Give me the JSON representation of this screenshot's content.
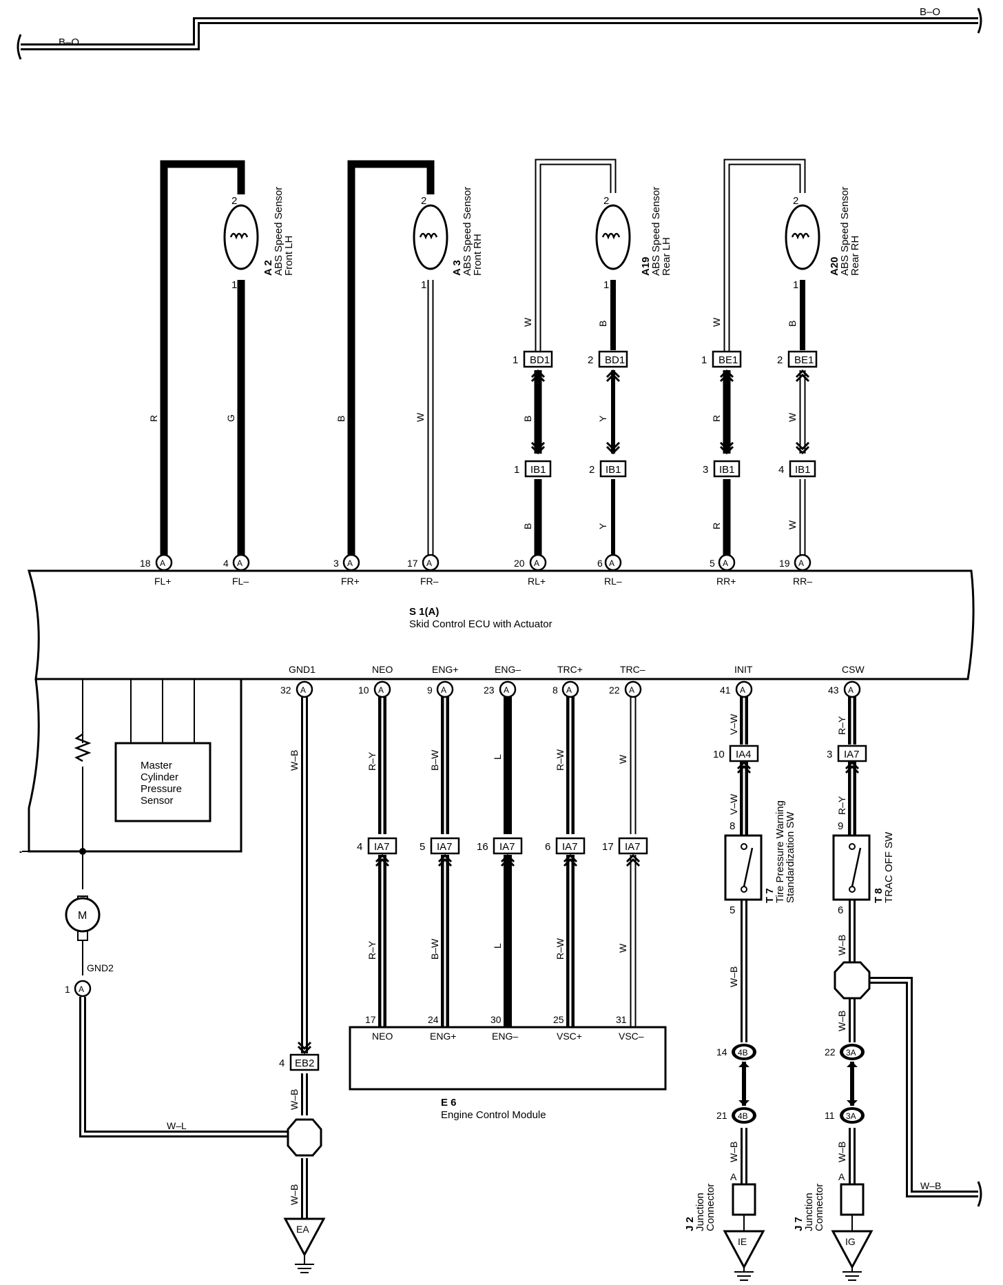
{
  "bus": {
    "left": "B–O",
    "right": "B–O"
  },
  "sensors": [
    {
      "ref": "A 2",
      "name1": "ABS Speed Sensor",
      "name2": "Front LH",
      "pin_top": "2",
      "pin_bottom": "1"
    },
    {
      "ref": "A 3",
      "name1": "ABS Speed Sensor",
      "name2": "Front RH",
      "pin_top": "2",
      "pin_bottom": "1"
    },
    {
      "ref": "A19",
      "name1": "ABS Speed Sensor",
      "name2": "Rear LH",
      "pin_top": "2",
      "pin_bottom": "1"
    },
    {
      "ref": "A20",
      "name1": "ABS Speed Sensor",
      "name2": "Rear RH",
      "pin_top": "2",
      "pin_bottom": "1"
    }
  ],
  "ecu": {
    "ref": "S 1(A)",
    "name": "Skid Control ECU with Actuator",
    "top_pins": [
      {
        "num": "18",
        "conn": "A",
        "label": "FL+"
      },
      {
        "num": "4",
        "conn": "A",
        "label": "FL–"
      },
      {
        "num": "3",
        "conn": "A",
        "label": "FR+"
      },
      {
        "num": "17",
        "conn": "A",
        "label": "FR–"
      },
      {
        "num": "20",
        "conn": "A",
        "label": "RL+"
      },
      {
        "num": "6",
        "conn": "A",
        "label": "RL–"
      },
      {
        "num": "5",
        "conn": "A",
        "label": "RR+"
      },
      {
        "num": "19",
        "conn": "A",
        "label": "RR–"
      }
    ],
    "bottom_pins": [
      {
        "num": "32",
        "conn": "A",
        "label": "GND1"
      },
      {
        "num": "10",
        "conn": "A",
        "label": "NEO"
      },
      {
        "num": "9",
        "conn": "A",
        "label": "ENG+"
      },
      {
        "num": "23",
        "conn": "A",
        "label": "ENG–"
      },
      {
        "num": "8",
        "conn": "A",
        "label": "TRC+"
      },
      {
        "num": "22",
        "conn": "A",
        "label": "TRC–"
      },
      {
        "num": "41",
        "conn": "A",
        "label": "INIT"
      },
      {
        "num": "43",
        "conn": "A",
        "label": "CSW"
      }
    ],
    "gnd2": {
      "label": "GND2",
      "num": "1",
      "conn": "A"
    },
    "sensor_box": [
      "Master",
      "Cylinder",
      "Pressure",
      "Sensor"
    ],
    "motor": "M"
  },
  "sensor_wire_colors": {
    "fl": [
      "R",
      "G"
    ],
    "fr": [
      "B",
      "W"
    ],
    "rl_upper": [
      "W",
      "B"
    ],
    "rl_mid": [
      "B",
      "Y"
    ],
    "rl_lower": [
      "B",
      "Y"
    ],
    "rr_upper": [
      "W",
      "B"
    ],
    "rr_mid": [
      "R",
      "W"
    ],
    "rr_lower": [
      "R",
      "W"
    ]
  },
  "connectors": {
    "bd1_a": {
      "pin": "1",
      "name": "BD1"
    },
    "bd1_b": {
      "pin": "2",
      "name": "BD1"
    },
    "be1_a": {
      "pin": "1",
      "name": "BE1"
    },
    "be1_b": {
      "pin": "2",
      "name": "BE1"
    },
    "ib1_a": {
      "pin": "1",
      "name": "IB1"
    },
    "ib1_b": {
      "pin": "2",
      "name": "IB1"
    },
    "ib1_c": {
      "pin": "3",
      "name": "IB1"
    },
    "ib1_d": {
      "pin": "4",
      "name": "IB1"
    },
    "ia7_a": {
      "pin": "4",
      "name": "IA7"
    },
    "ia7_b": {
      "pin": "5",
      "name": "IA7"
    },
    "ia7_c": {
      "pin": "16",
      "name": "IA7"
    },
    "ia7_d": {
      "pin": "6",
      "name": "IA7"
    },
    "ia7_e": {
      "pin": "17",
      "name": "IA7"
    },
    "ia4": {
      "pin": "10",
      "name": "IA4"
    },
    "ia7_csw": {
      "pin": "3",
      "name": "IA7"
    },
    "eb2": {
      "pin": "4",
      "name": "EB2"
    },
    "j2_top": {
      "pin": "14",
      "name": "4B"
    },
    "j2_bot": {
      "pin": "21",
      "name": "4B"
    },
    "j7_top": {
      "pin": "22",
      "name": "3A"
    },
    "j7_bot": {
      "pin": "11",
      "name": "3A"
    }
  },
  "lower_wire_colors": {
    "gnd1": "W–B",
    "neo": "R–Y",
    "engp": "B–W",
    "engm": "L",
    "trcp": "R–W",
    "trcm": "W",
    "init_upper": "V–W",
    "init_mid": "V–W",
    "csw_upper": "R–Y",
    "csw_mid": "R–Y",
    "init_lower": "W–B",
    "csw_lower": "W–B",
    "csw_split": "W–B",
    "gnd2_wire": "W–L",
    "eb2_lower": "W–B",
    "ea_wire": "W–B",
    "j2_wire": "W–B",
    "j7_wire": "W–B",
    "right_exit": "W–B"
  },
  "ecm": {
    "ref": "E 6",
    "name": "Engine Control Module",
    "pins": [
      {
        "num": "17",
        "label": "NEO"
      },
      {
        "num": "24",
        "label": "ENG+"
      },
      {
        "num": "30",
        "label": "ENG–"
      },
      {
        "num": "25",
        "label": "VSC+"
      },
      {
        "num": "31",
        "label": "VSC–"
      }
    ]
  },
  "switches": [
    {
      "ref": "T 7",
      "name1": "Tire Pressure Warning",
      "name2": "Standardization SW",
      "pin_top": "8",
      "pin_bottom": "5"
    },
    {
      "ref": "T 8",
      "name1": "TRAC OFF SW",
      "name2": "",
      "pin_top": "9",
      "pin_bottom": "6"
    }
  ],
  "junction_connectors": [
    {
      "ref": "J 2",
      "line1": "Junction",
      "line2": "Connector",
      "pin": "A"
    },
    {
      "ref": "J 7",
      "line1": "Junction",
      "line2": "Connector",
      "pin": "A"
    }
  ],
  "grounds": [
    "EA",
    "IE",
    "IG"
  ]
}
